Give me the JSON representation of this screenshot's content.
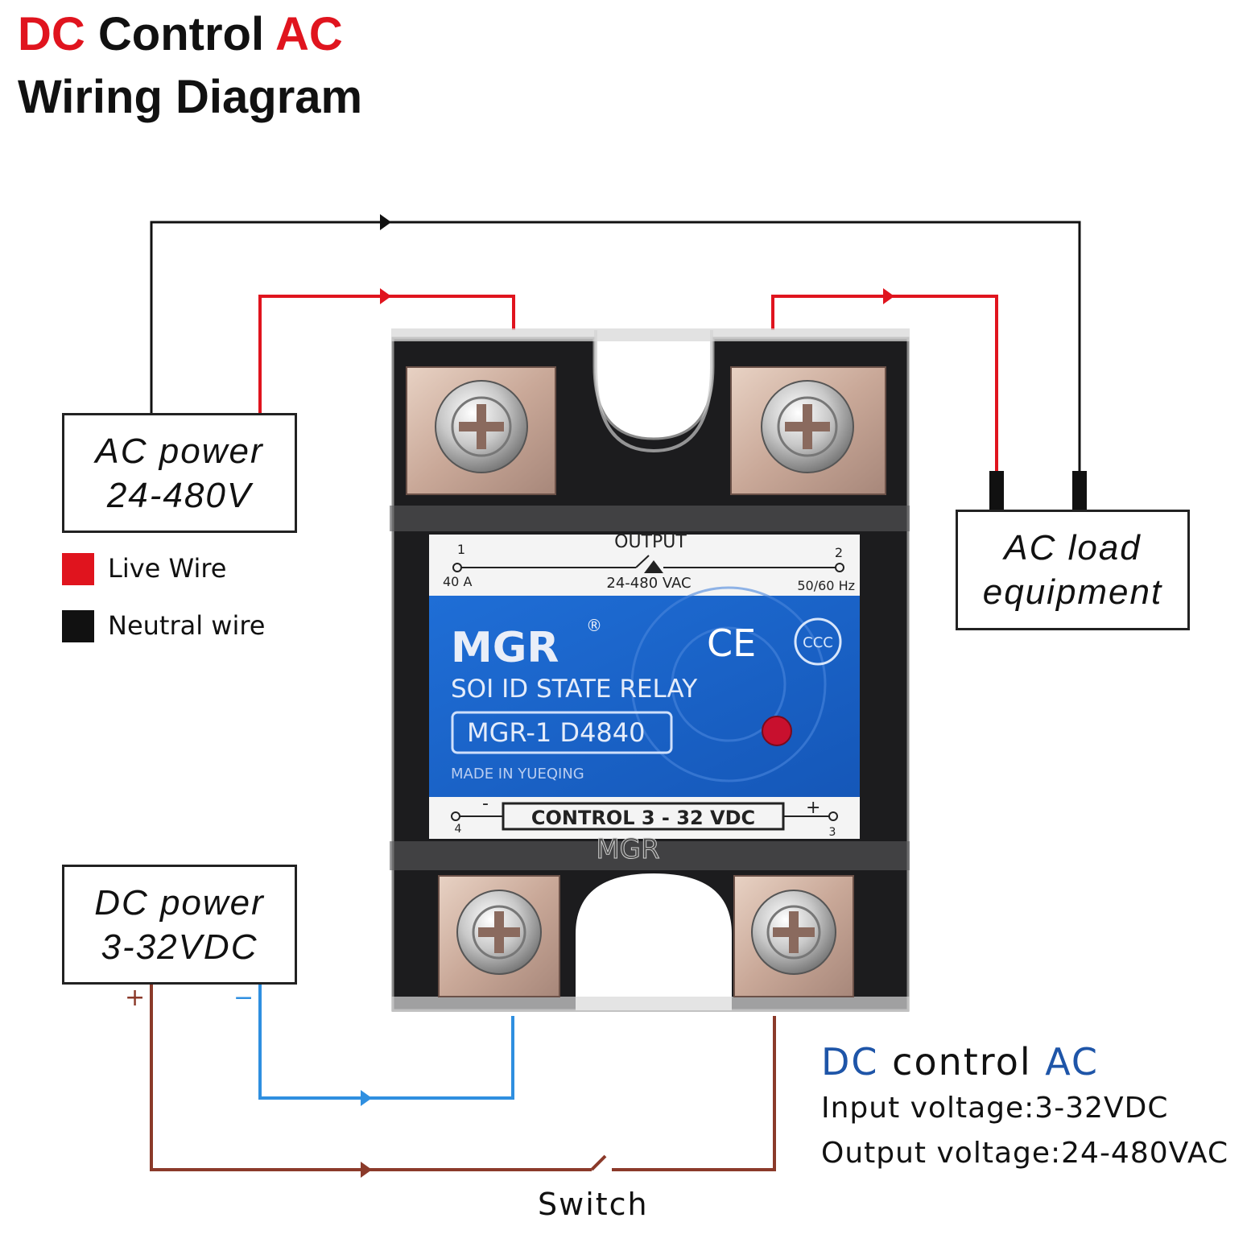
{
  "title": {
    "line1_part1": "DC",
    "line1_part2": " Control ",
    "line1_part3": "AC",
    "line2": "Wiring Diagram"
  },
  "boxes": {
    "ac_power": [
      "AC power",
      "24-480V"
    ],
    "ac_load": [
      "AC load",
      "equipment"
    ],
    "dc_power": [
      "DC power",
      "3-32VDC"
    ]
  },
  "legend": {
    "live": "Live Wire",
    "neutral": "Neutral wire"
  },
  "polarity": {
    "plus": "+",
    "minus": "−"
  },
  "switch_label": "Switch",
  "info": {
    "heading_part1": "DC",
    "heading_part2": " control ",
    "heading_part3": "AC",
    "input": "Input voltage:3-32VDC",
    "output": "Output voltage:24-480VAC"
  },
  "relay": {
    "output_label": "OUTPUT",
    "term1": "1",
    "term2": "2",
    "term3": "3",
    "term4": "4",
    "current": "40 A",
    "voltage": "24-480 VAC",
    "freq": "50/60 Hz",
    "brand": "MGR",
    "reg": "®",
    "ce": "CE",
    "ccc": "CCC",
    "product": "SOI ID STATE RELAY",
    "model": "MGR-1  D4840",
    "made_in": "MADE IN YUEQING",
    "control": "CONTROL 3 - 32 VDC",
    "minus": "-",
    "plus": "+",
    "bottom_brand": "MGR"
  },
  "colors": {
    "live": "#e0141e",
    "neutral": "#111111",
    "dc_plus": "#8b3a2a",
    "dc_minus": "#2f8fe0",
    "info_accent": "#1e55a8",
    "title_accent": "#e0141e",
    "label_blue": "#1d5fc0"
  }
}
